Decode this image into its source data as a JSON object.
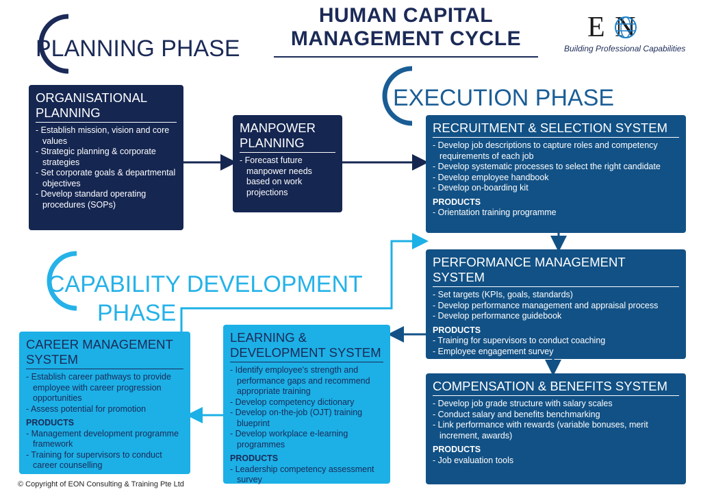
{
  "title": {
    "line1": "HUMAN CAPITAL",
    "line2": "MANAGEMENT CYCLE"
  },
  "logo": {
    "name": "E  N",
    "tagline": "Building Professional Capabilities"
  },
  "phases": {
    "planning": "PLANNING PHASE",
    "execution": "EXECUTION PHASE",
    "capability_line1": "CAPABILITY DEVELOPMENT",
    "capability_line2": "PHASE"
  },
  "boxes": {
    "organisational": {
      "title": "ORGANISATIONAL PLANNING",
      "items": [
        "Establish mission, vision and core values",
        "Strategic planning & corporate strategies",
        "Set corporate goals & departmental objectives",
        "Develop standard operating procedures (SOPs)"
      ]
    },
    "manpower": {
      "title": "MANPOWER PLANNING",
      "items": [
        "Forecast future manpower needs based on work projections"
      ]
    },
    "recruitment": {
      "title": "RECRUITMENT & SELECTION SYSTEM",
      "items": [
        "Develop job descriptions to capture roles and competency requirements of each job",
        "Develop systematic processes to select the right candidate",
        "Develop employee handbook",
        "Develop on-boarding kit"
      ],
      "products_label": "PRODUCTS",
      "products": [
        "Orientation training programme"
      ]
    },
    "performance": {
      "title": "PERFORMANCE MANAGEMENT SYSTEM",
      "items": [
        "Set targets (KPIs, goals, standards)",
        "Develop performance management and appraisal process",
        "Develop performance guidebook"
      ],
      "products_label": "PRODUCTS",
      "products": [
        "Training for supervisors to conduct coaching",
        "Employee engagement survey"
      ]
    },
    "compensation": {
      "title": "COMPENSATION & BENEFITS SYSTEM",
      "items": [
        "Develop job grade structure with salary scales",
        "Conduct salary and benefits benchmarking",
        "Link performance with rewards (variable bonuses, merit increment, awards)"
      ],
      "products_label": "PRODUCTS",
      "products": [
        "Job evaluation tools"
      ]
    },
    "learning": {
      "title": "LEARNING & DEVELOPMENT SYSTEM",
      "items": [
        "Identify employee's strength and performance gaps and recommend appropriate training",
        "Develop competency dictionary",
        "Develop on-the-job (OJT) training blueprint",
        "Develop workplace e-learning programmes"
      ],
      "products_label": "PRODUCTS",
      "products": [
        "Leadership competency assessment survey"
      ]
    },
    "career": {
      "title": "CAREER MANAGEMENT SYSTEM",
      "items": [
        "Establish career pathways to provide employee with career progression opportunities",
        "Assess potential for promotion"
      ],
      "products_label": "PRODUCTS",
      "products": [
        "Management development programme framework",
        "Training for supervisors to conduct career counselling"
      ]
    }
  },
  "copyright": "© Copyright of EON Consulting & Training Pte Ltd",
  "colors": {
    "navy": "#152651",
    "mid_blue": "#125185",
    "sky_blue": "#1cb0e6"
  }
}
